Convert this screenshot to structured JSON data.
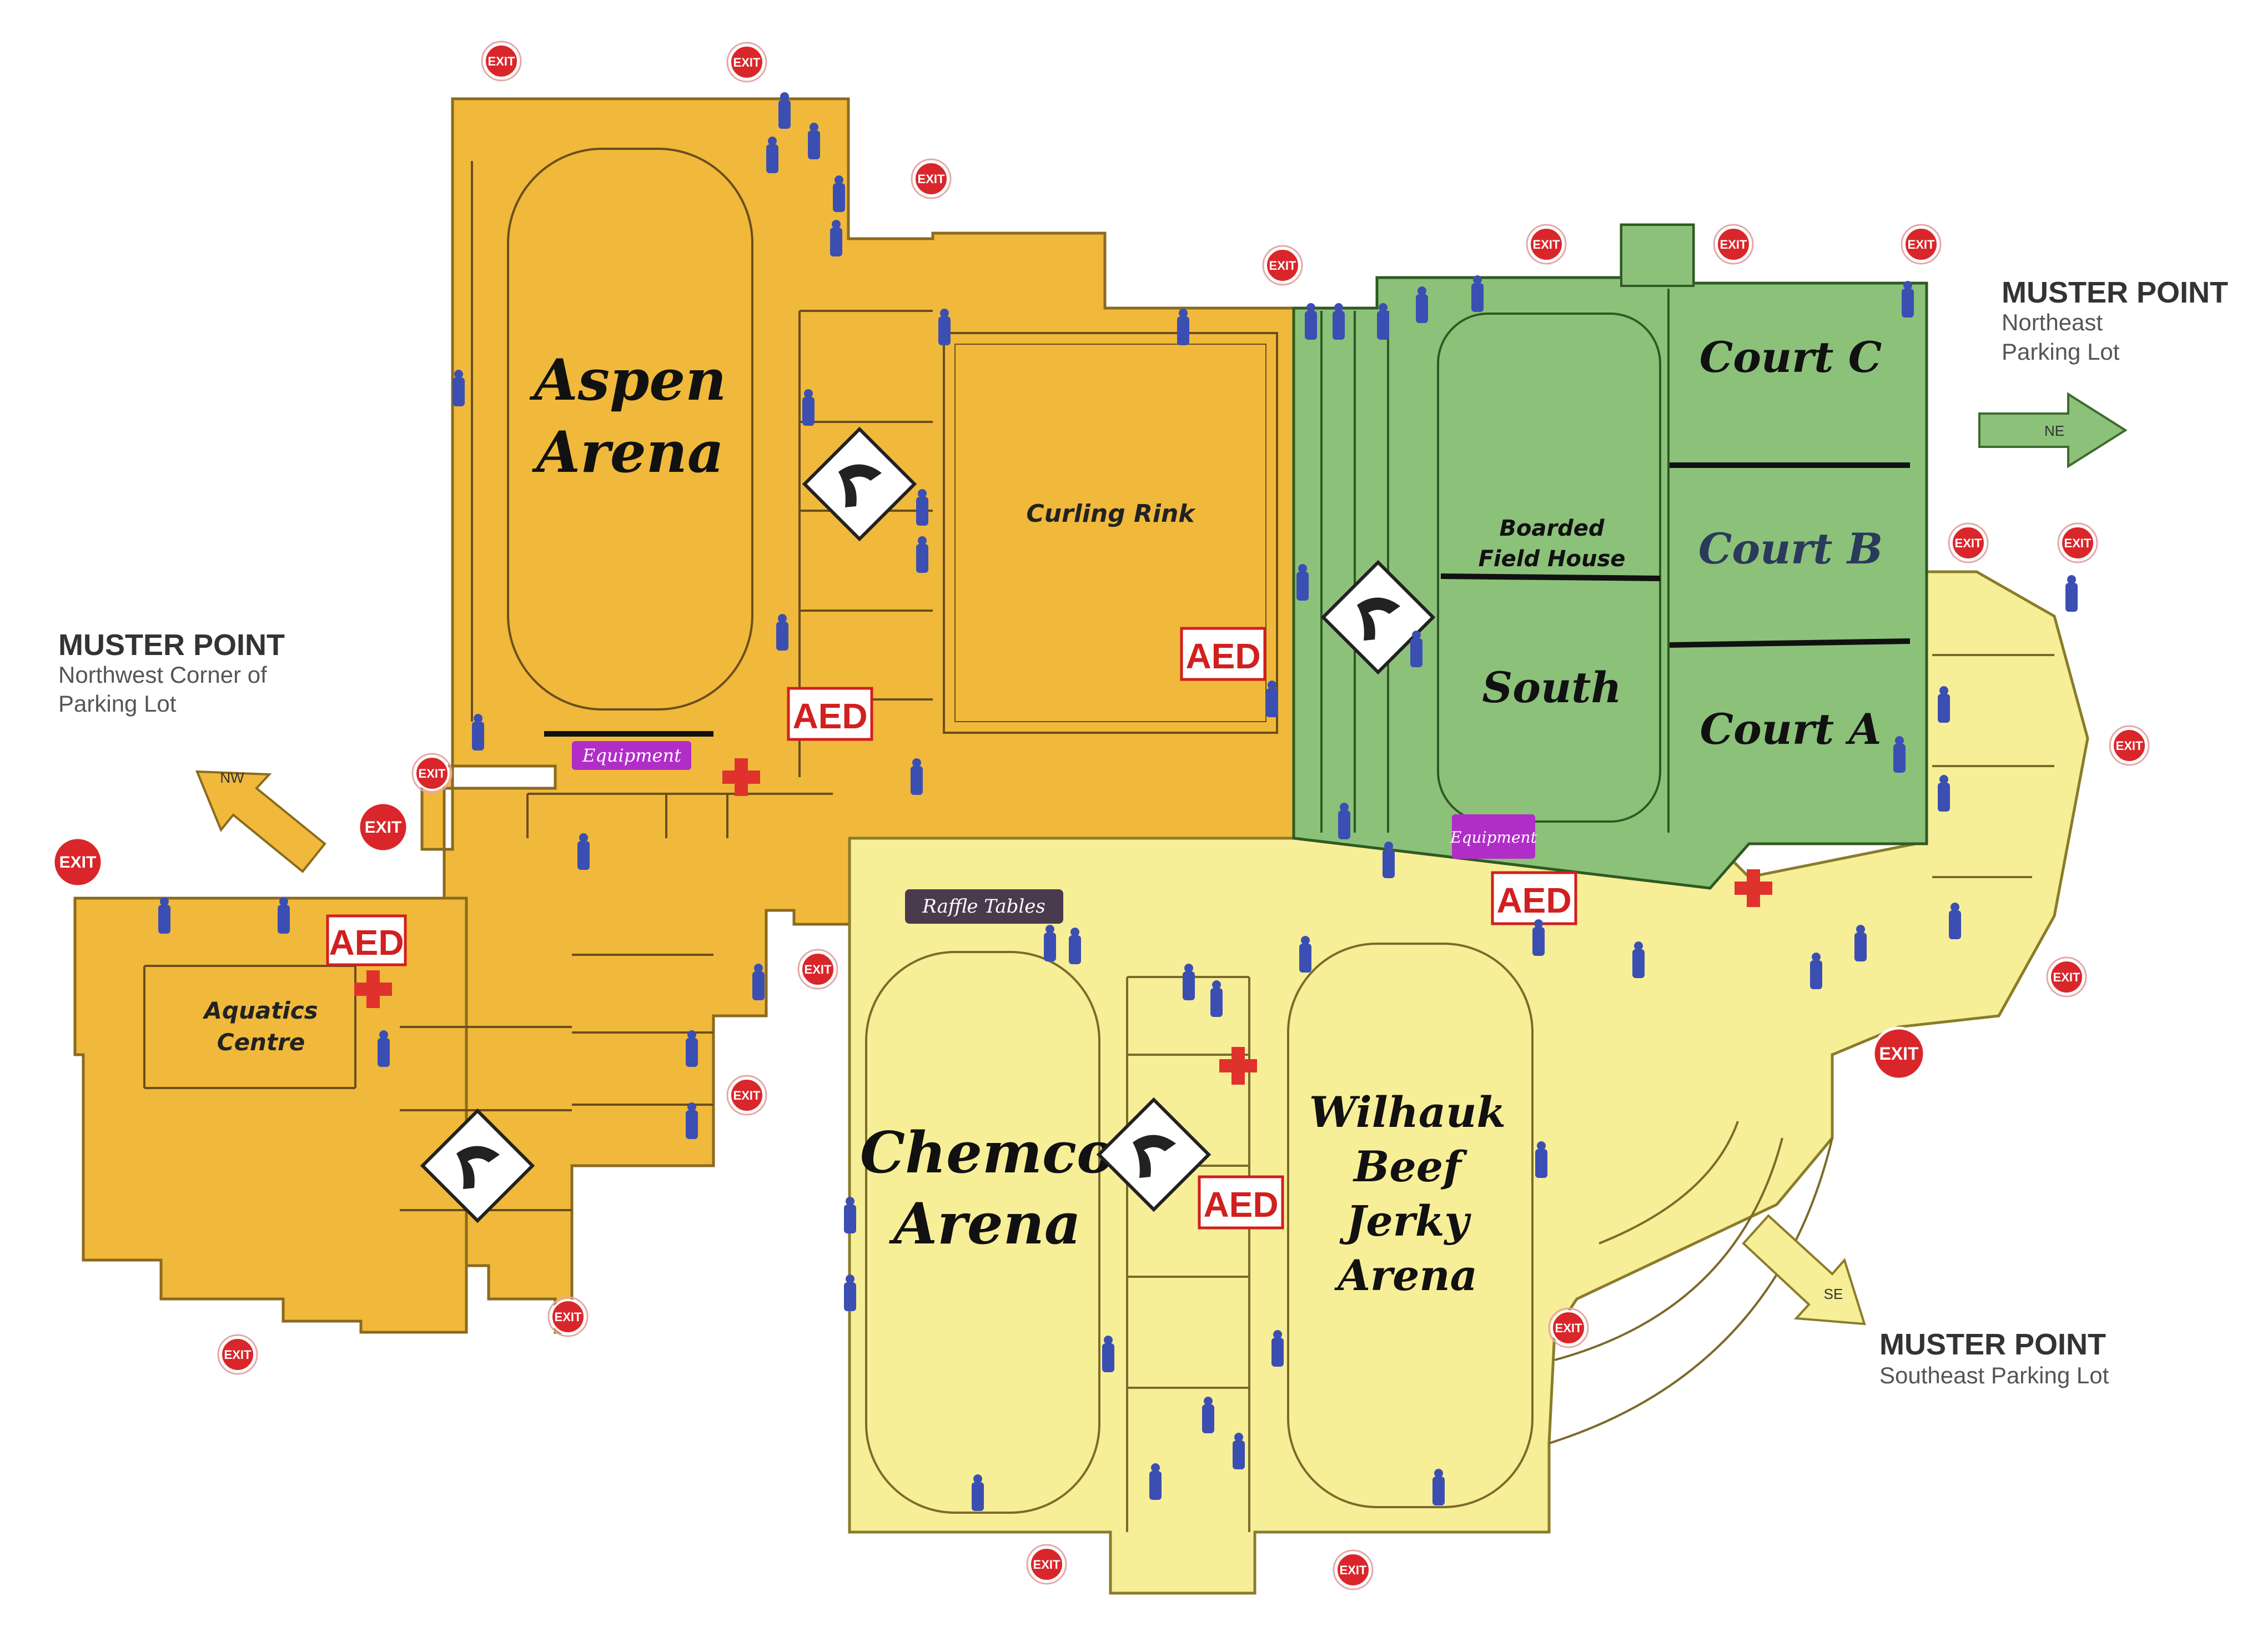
{
  "facilities": {
    "aspen_arena": {
      "line1": "Aspen",
      "line2": "Arena"
    },
    "curling_rink": "Curling Rink",
    "boarded_field_house": {
      "line1": "Boarded",
      "line2": "Field House"
    },
    "south": "South",
    "court_c": "Court C",
    "court_b": "Court B",
    "court_a": "Court A",
    "aquatics_centre": {
      "line1": "Aquatics",
      "line2": "Centre"
    },
    "chemco_arena": {
      "line1": "Chemco",
      "line2": "Arena"
    },
    "wilhauk_arena": {
      "line1": "Wilhauk",
      "line2": "Beef",
      "line3": "Jerky",
      "line4": "Arena"
    }
  },
  "muster_points": {
    "northeast": {
      "title": "MUSTER POINT",
      "sub": "Northeast",
      "sub2": "Parking Lot",
      "direction": "NE"
    },
    "northwest": {
      "title": "MUSTER POINT",
      "sub": "Northwest Corner of",
      "sub2": "Parking Lot",
      "direction": "NW"
    },
    "southeast": {
      "title": "MUSTER POINT",
      "sub": "Southeast Parking Lot",
      "direction": "SE"
    }
  },
  "tags": {
    "equipment": "Equipment",
    "raffle_tables": "Raffle Tables"
  },
  "markers": {
    "exit_label": "EXIT",
    "aed_label": "AED"
  },
  "colors": {
    "orange_zone": "#f0b93b",
    "yellow_zone": "#f7ee98",
    "green_zone": "#8cc17a",
    "exit_red": "#d9262b",
    "aed_red": "#d21f1f",
    "equipment_tag": "#b12dc8",
    "raffle_tag": "#4a3a4e"
  },
  "icons": [
    "exit-icon",
    "aed-icon",
    "first-aid-cross-icon",
    "washroom-person-icon",
    "logo-diamond-icon",
    "direction-arrow-icon"
  ]
}
